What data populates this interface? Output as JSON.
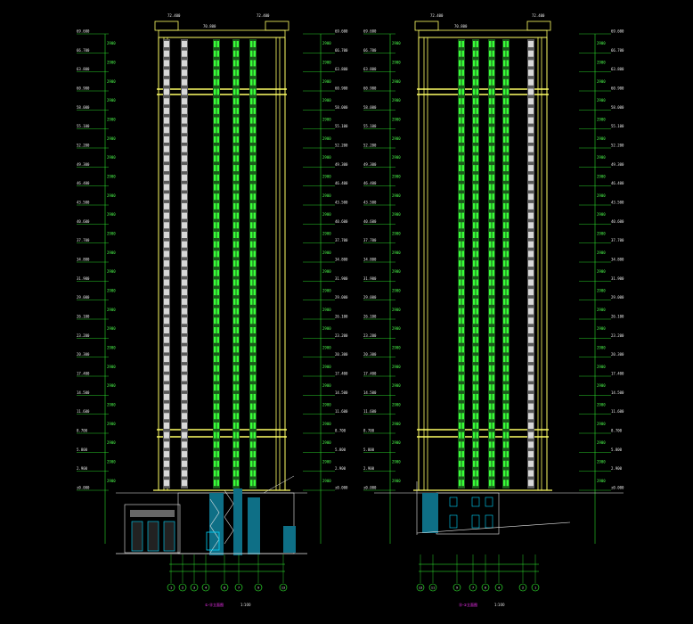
{
  "colors": {
    "background": "#000000",
    "wall_outline": "#ffff66",
    "wall_fill": "#d8d8d8",
    "window_green": "#39ff39",
    "dim_line": "#33ff33",
    "annotation_white": "#e8e8e8",
    "cyan": "#00d8ff",
    "teal_fill": "#0e6f86",
    "title_magenta": "#ff33ff",
    "axis_circle": "#33ff33"
  },
  "drawings": [
    {
      "id": "left-elevation",
      "top_label_left": "72.400",
      "top_label_mid": "70.800",
      "top_label_right": "72.400",
      "title": "①-⑬立面图",
      "scale": "1:100",
      "axis_labels": [
        "1",
        "2",
        "3",
        "4",
        "6",
        "7",
        "9",
        "13"
      ]
    },
    {
      "id": "right-elevation",
      "top_label_left": "72.400",
      "top_label_mid": "70.800",
      "top_label_right": "72.400",
      "title": "⑬-①立面图",
      "scale": "1:100",
      "axis_labels": [
        "13",
        "11",
        "9",
        "7",
        "6",
        "4",
        "2",
        "1"
      ]
    }
  ],
  "floor_levels": [
    "69.600",
    "66.700",
    "63.800",
    "60.900",
    "58.000",
    "55.100",
    "52.200",
    "49.300",
    "46.400",
    "43.500",
    "40.600",
    "37.700",
    "34.800",
    "31.900",
    "29.000",
    "26.100",
    "23.200",
    "20.300",
    "17.400",
    "14.500",
    "11.600",
    "8.700",
    "5.800",
    "2.900",
    "±0.000"
  ],
  "dim_segments": [
    "2900"
  ]
}
